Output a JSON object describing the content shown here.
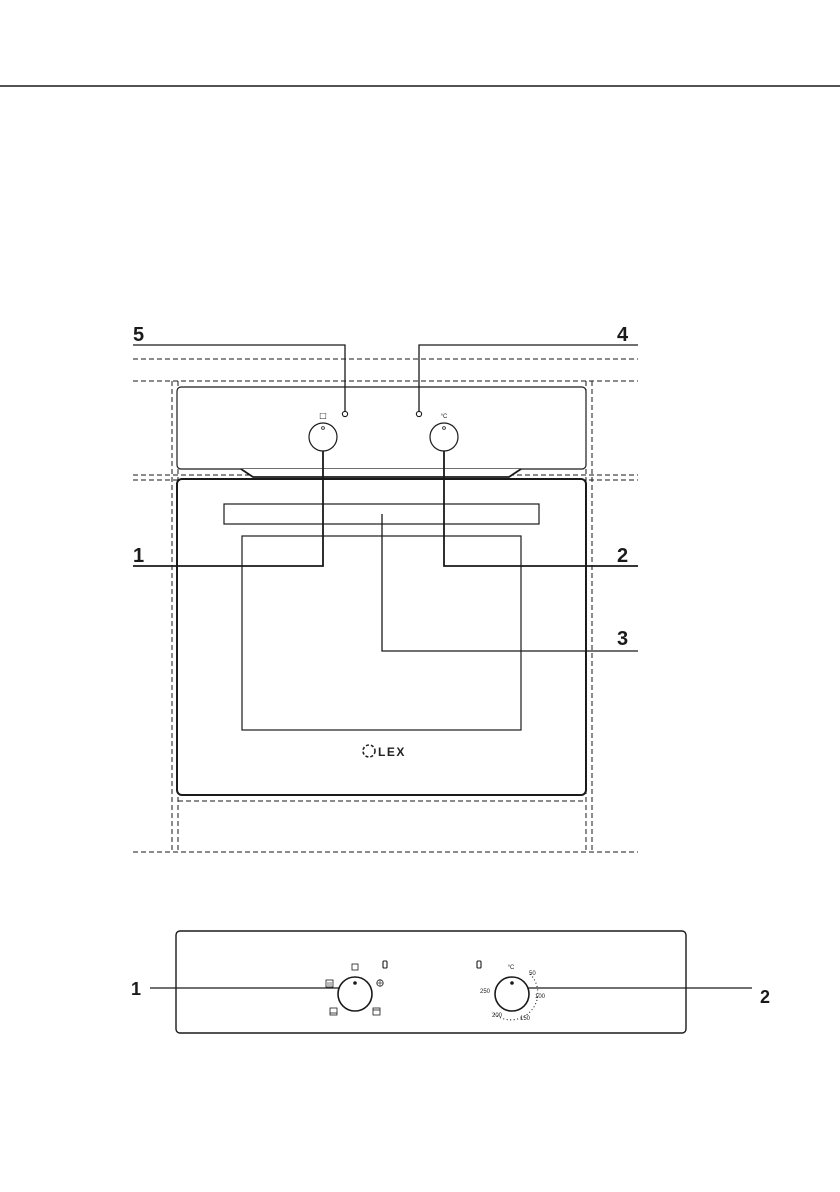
{
  "callouts": {
    "c1": "1",
    "c2": "2",
    "c3": "3",
    "c4": "4",
    "c5": "5",
    "panel_c1": "1",
    "panel_c2": "2"
  },
  "oven": {
    "brand": "LEX",
    "knob_left_symbol": "□",
    "knob_right_symbol": "°C"
  },
  "control_panel": {
    "temp_symbol": "°C",
    "temp_marks": [
      "50",
      "100",
      "150",
      "200",
      "250"
    ]
  },
  "icons": {
    "function_knob": "function-selector-knob-icon",
    "thermostat_knob": "thermostat-knob-icon",
    "indicator_light": "indicator-light-icon",
    "brand_logo": "lex-logo-icon"
  }
}
